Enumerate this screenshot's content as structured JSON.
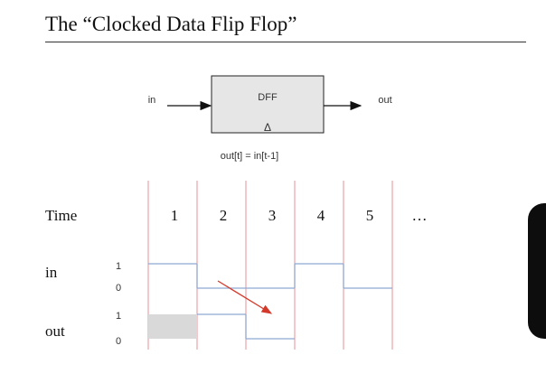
{
  "slide": {
    "title": "The “Clocked Data Flip Flop”"
  },
  "dff": {
    "block_label": "DFF",
    "input_label": "in",
    "output_label": "out",
    "clock_symbol": "Δ",
    "equation": "out[t] = in[t-1]"
  },
  "timing": {
    "time_label": "Time",
    "ellipsis": "…",
    "time_steps": [
      "1",
      "2",
      "3",
      "4",
      "5"
    ],
    "signals": [
      {
        "name": "in",
        "high_label": "1",
        "low_label": "0",
        "levels": [
          1,
          0,
          0,
          1,
          0
        ]
      },
      {
        "name": "out",
        "high_label": "1",
        "low_label": "0",
        "levels": [
          null,
          1,
          0,
          null,
          null
        ]
      }
    ],
    "colors": {
      "clock_line": "#e8a3a6",
      "waveform": "#8ea9d4",
      "unknown_fill": "#d9d9d9",
      "arrow": "#d33a2c"
    }
  }
}
